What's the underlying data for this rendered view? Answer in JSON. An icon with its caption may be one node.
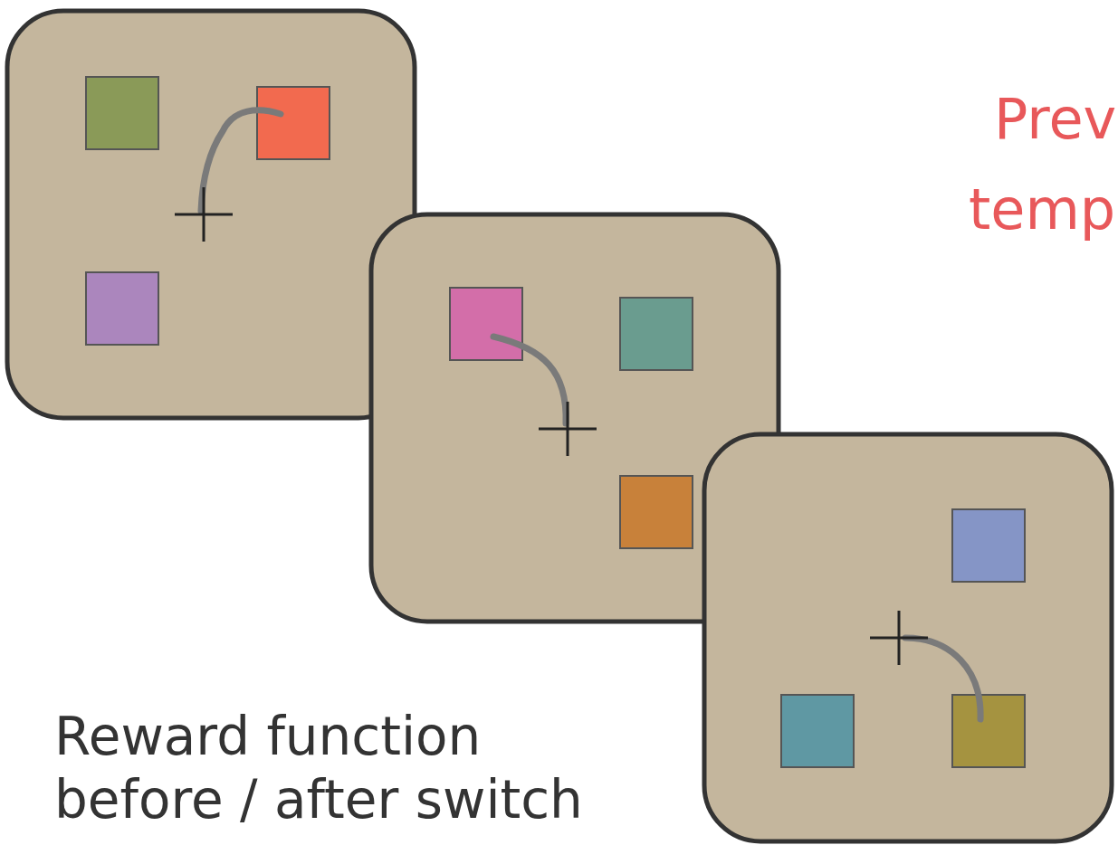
{
  "diagram": {
    "labels": [
      "Prev",
      "temp",
      "Reward function before / after switch"
    ]
  }
}
